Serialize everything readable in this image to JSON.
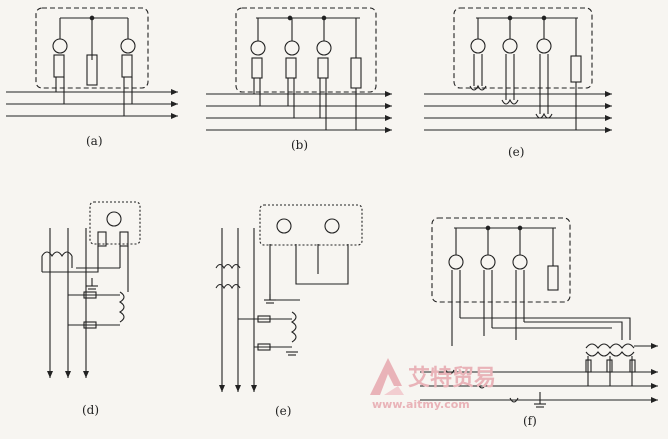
{
  "panels": [
    {
      "id": "a",
      "label": "(a)"
    },
    {
      "id": "b",
      "label": "(b)"
    },
    {
      "id": "c",
      "label": "(e)"
    },
    {
      "id": "d",
      "label": "(d)"
    },
    {
      "id": "e",
      "label": "(e)"
    },
    {
      "id": "f",
      "label": "(f)"
    }
  ],
  "watermark": {
    "brand": "艾特贸易",
    "url": "www.aitmy.com",
    "color": "#e9b3b8"
  },
  "colors": {
    "ink": "#222222",
    "paper": "#f7f5f1"
  }
}
